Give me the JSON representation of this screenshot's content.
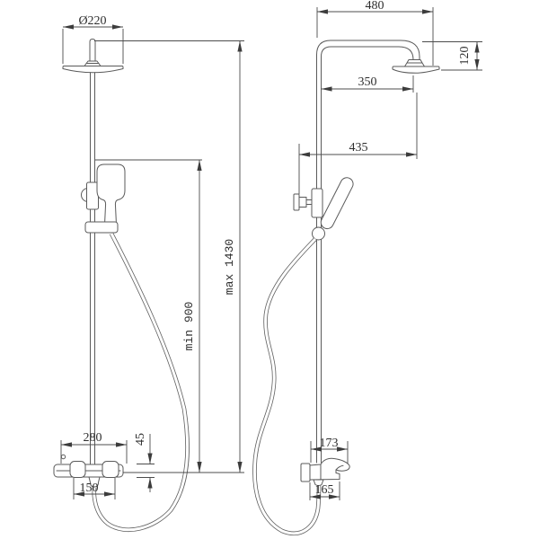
{
  "drawing": {
    "type": "technical-dimension-drawing",
    "subject": "shower column with thermostatic mixer, front and side views",
    "colors": {
      "background": "#ffffff",
      "lines": "#5a5a5a",
      "dimensions": "#4c4c4c",
      "text": "#2e2e2e"
    },
    "front_view": {
      "head_diameter": "Ø220",
      "max_height": "max 1430",
      "min_height": "min 900",
      "valve_width": "280",
      "valve_body_height": "45",
      "inlet_spacing": "150"
    },
    "side_view": {
      "top_width": "480",
      "head_drop": "120",
      "arm_projection": "350",
      "overall_projection": "435",
      "spout_projection_top": "173",
      "spout_projection_bottom": "165"
    }
  }
}
